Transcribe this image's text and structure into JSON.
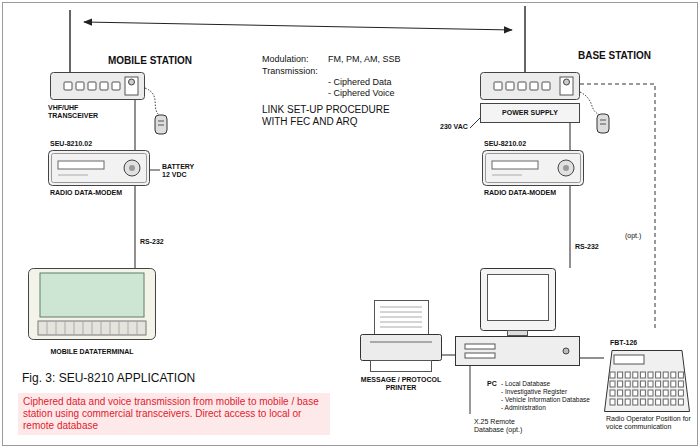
{
  "diagram": {
    "title": "Fig. 3: SEU-8210 APPLICATION",
    "caption": "Ciphered data and voice transmission from mobile to mobile / base station using commercial transceivers. Direct access to local or remote database",
    "nodes": [
      {
        "text": [
          "VHF/UHF TRANSCEIVER"
        ]
      },
      {
        "text": [
          "SEU-8210.02",
          "RADIO DATA-MODEM"
        ]
      },
      {
        "text": [
          "MOBILE DATATERMINAL"
        ]
      },
      {
        "text": [
          "POWER SUPPLY"
        ]
      },
      {
        "text": [
          "SEU-8210.02",
          "RADIO DATA-MODEM"
        ]
      },
      {
        "text": [
          "PC",
          "- Local Database",
          "- Investigative Register",
          "- Vehicle Information Database",
          "- Administration"
        ]
      },
      {
        "text": [
          "MESSAGE / PROTOCOL PRINTER"
        ]
      },
      {
        "text": [
          "FBT-126",
          "Radio Operator Position for voice communication"
        ]
      }
    ],
    "edges": [
      {
        "from": 0,
        "to": 1,
        "arrow": "none"
      },
      {
        "from": 1,
        "to": 2,
        "label": "RS-232",
        "arrow": "none"
      },
      {
        "from": 3,
        "to": 4,
        "arrow": "none"
      },
      {
        "from": 4,
        "to": 5,
        "label": "RS-232",
        "arrow": "none"
      },
      {
        "from": 5,
        "to": 6,
        "arrow": "none"
      },
      {
        "from": 5,
        "to": 7,
        "arrow": "none"
      }
    ],
    "labels": [
      "MOBILE STATION",
      "BASE STATION",
      "Modulation:",
      "FM, PM, AM, SSB",
      "Transmission:",
      "- Ciphered Data",
      "- Ciphered Voice",
      "LINK SET-UP PROCEDURE WITH FEC AND ARQ",
      "BATTERY 12 VDC",
      "230 VAC",
      "(opt.)",
      "X.25 Remote Database (opt.)"
    ]
  }
}
